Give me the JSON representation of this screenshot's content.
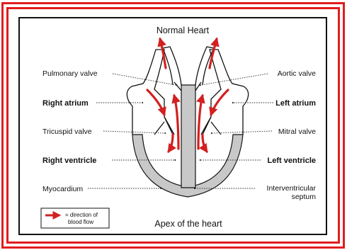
{
  "colors": {
    "frame": "#e11d1d",
    "blood_flow": "#d32020",
    "heart_fill": "#c8c8c8",
    "line": "#111111"
  },
  "diagram": {
    "title": "Normal Heart",
    "bottom_caption": "Apex of the heart",
    "labels": {
      "pulmonary_valve": "Pulmonary valve",
      "aortic_valve": "Aortic valve",
      "right_atrium": "Right atrium",
      "left_atrium": "Left atrium",
      "tricuspid_valve": "Tricuspid valve",
      "mitral_valve": "Mitral valve",
      "right_ventricle": "Right ventricle",
      "left_ventricle": "Left ventricle",
      "myocardium": "Myocardium",
      "interventricular_septum_line1": "Interventricular",
      "interventricular_septum_line2": "septum"
    },
    "legend": {
      "line1": "= direction of",
      "line2": "blood flow"
    }
  }
}
